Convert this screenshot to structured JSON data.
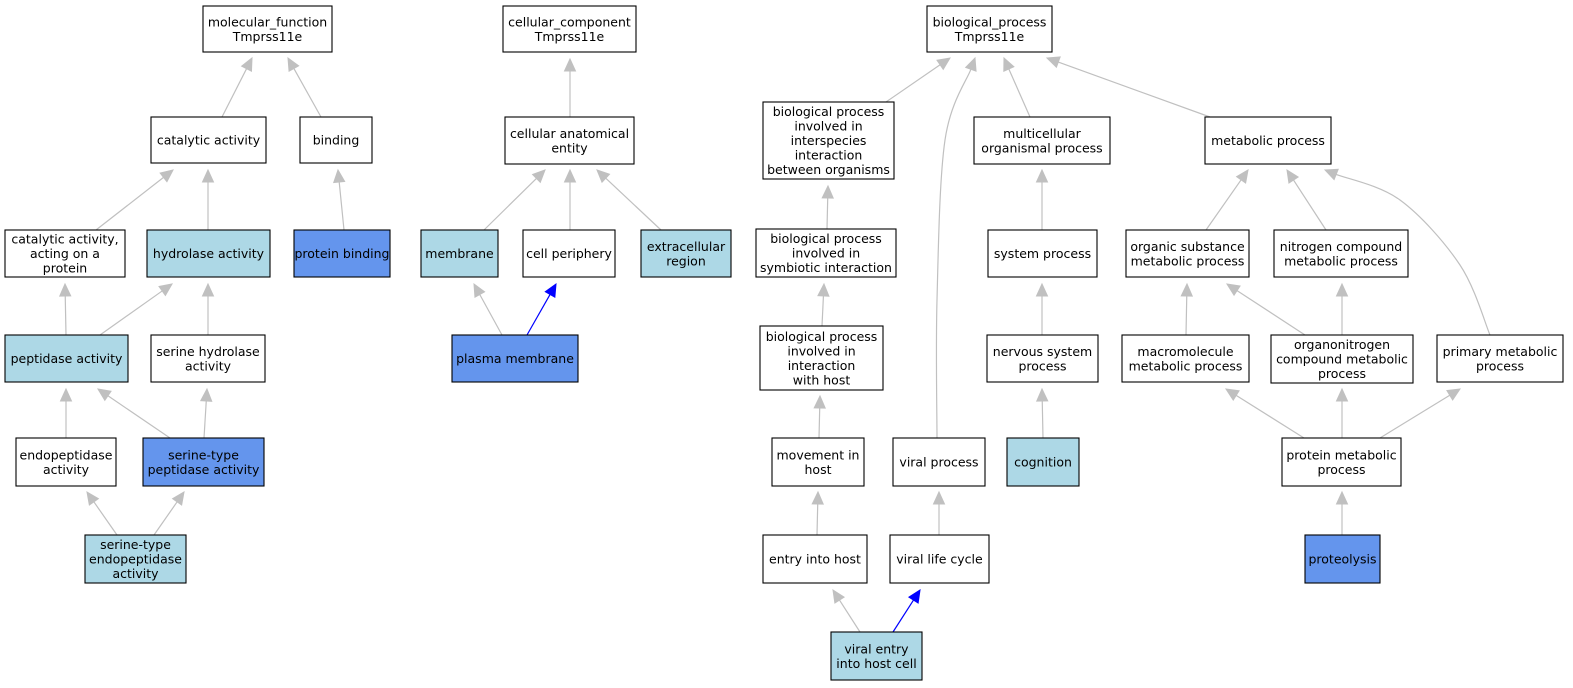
{
  "colors": {
    "plain": "#ffffff",
    "light": "#add8e6",
    "dark": "#6495ed",
    "edge_default": "#c0c0c0",
    "edge_highlight": "#0000ff"
  },
  "nodes": [
    {
      "id": "mf_root",
      "lines": [
        "molecular_function",
        "Tmprss11e"
      ],
      "fill": "plain"
    },
    {
      "id": "catalytic",
      "lines": [
        "catalytic activity"
      ],
      "fill": "plain"
    },
    {
      "id": "binding",
      "lines": [
        "binding"
      ],
      "fill": "plain"
    },
    {
      "id": "catalytic_protein",
      "lines": [
        "catalytic activity,",
        "acting on a",
        "protein"
      ],
      "fill": "plain"
    },
    {
      "id": "hydrolase",
      "lines": [
        "hydrolase activity"
      ],
      "fill": "light"
    },
    {
      "id": "protein_binding",
      "lines": [
        "protein binding"
      ],
      "fill": "dark"
    },
    {
      "id": "peptidase",
      "lines": [
        "peptidase activity"
      ],
      "fill": "light"
    },
    {
      "id": "serine_hydrolase",
      "lines": [
        "serine hydrolase",
        "activity"
      ],
      "fill": "plain"
    },
    {
      "id": "endopeptidase",
      "lines": [
        "endopeptidase",
        "activity"
      ],
      "fill": "plain"
    },
    {
      "id": "serine_peptidase",
      "lines": [
        "serine-type",
        "peptidase activity"
      ],
      "fill": "dark"
    },
    {
      "id": "serine_endopeptidase",
      "lines": [
        "serine-type",
        "endopeptidase",
        "activity"
      ],
      "fill": "light"
    },
    {
      "id": "cc_root",
      "lines": [
        "cellular_component",
        "Tmprss11e"
      ],
      "fill": "plain"
    },
    {
      "id": "cae",
      "lines": [
        "cellular anatomical",
        "entity"
      ],
      "fill": "plain"
    },
    {
      "id": "membrane",
      "lines": [
        "membrane"
      ],
      "fill": "light"
    },
    {
      "id": "cell_periphery",
      "lines": [
        "cell periphery"
      ],
      "fill": "plain"
    },
    {
      "id": "extracellular",
      "lines": [
        "extracellular",
        "region"
      ],
      "fill": "light"
    },
    {
      "id": "plasma_membrane",
      "lines": [
        "plasma membrane"
      ],
      "fill": "dark"
    },
    {
      "id": "bp_root",
      "lines": [
        "biological_process",
        "Tmprss11e"
      ],
      "fill": "plain"
    },
    {
      "id": "bp_interspecies",
      "lines": [
        "biological process",
        "involved in",
        "interspecies",
        "interaction",
        "between organisms"
      ],
      "fill": "plain"
    },
    {
      "id": "multicellular",
      "lines": [
        "multicellular",
        "organismal process"
      ],
      "fill": "plain"
    },
    {
      "id": "metabolic",
      "lines": [
        "metabolic process"
      ],
      "fill": "plain"
    },
    {
      "id": "bp_symbiotic",
      "lines": [
        "biological process",
        "involved in",
        "symbiotic interaction"
      ],
      "fill": "plain"
    },
    {
      "id": "system_process",
      "lines": [
        "system process"
      ],
      "fill": "plain"
    },
    {
      "id": "organic_substance",
      "lines": [
        "organic substance",
        "metabolic process"
      ],
      "fill": "plain"
    },
    {
      "id": "nitrogen_compound",
      "lines": [
        "nitrogen compound",
        "metabolic process"
      ],
      "fill": "plain"
    },
    {
      "id": "bp_host",
      "lines": [
        "biological process",
        "involved in",
        "interaction",
        "with host"
      ],
      "fill": "plain"
    },
    {
      "id": "nervous_system",
      "lines": [
        "nervous system",
        "process"
      ],
      "fill": "plain"
    },
    {
      "id": "macromolecule",
      "lines": [
        "macromolecule",
        "metabolic process"
      ],
      "fill": "plain"
    },
    {
      "id": "organonitrogen",
      "lines": [
        "organonitrogen",
        "compound metabolic",
        "process"
      ],
      "fill": "plain"
    },
    {
      "id": "primary_metabolic",
      "lines": [
        "primary metabolic",
        "process"
      ],
      "fill": "plain"
    },
    {
      "id": "movement_host",
      "lines": [
        "movement in",
        "host"
      ],
      "fill": "plain"
    },
    {
      "id": "viral_process",
      "lines": [
        "viral process"
      ],
      "fill": "plain"
    },
    {
      "id": "cognition",
      "lines": [
        "cognition"
      ],
      "fill": "light"
    },
    {
      "id": "protein_metabolic",
      "lines": [
        "protein metabolic",
        "process"
      ],
      "fill": "plain"
    },
    {
      "id": "entry_host",
      "lines": [
        "entry into host"
      ],
      "fill": "plain"
    },
    {
      "id": "viral_life_cycle",
      "lines": [
        "viral life cycle"
      ],
      "fill": "plain"
    },
    {
      "id": "proteolysis",
      "lines": [
        "proteolysis"
      ],
      "fill": "dark"
    },
    {
      "id": "viral_entry",
      "lines": [
        "viral entry",
        "into host cell"
      ],
      "fill": "light"
    }
  ],
  "edges": [
    {
      "from": "catalytic",
      "to": "mf_root"
    },
    {
      "from": "binding",
      "to": "mf_root"
    },
    {
      "from": "catalytic_protein",
      "to": "catalytic"
    },
    {
      "from": "hydrolase",
      "to": "catalytic"
    },
    {
      "from": "protein_binding",
      "to": "binding"
    },
    {
      "from": "peptidase",
      "to": "catalytic_protein"
    },
    {
      "from": "peptidase",
      "to": "hydrolase"
    },
    {
      "from": "serine_hydrolase",
      "to": "hydrolase"
    },
    {
      "from": "endopeptidase",
      "to": "peptidase"
    },
    {
      "from": "serine_peptidase",
      "to": "peptidase"
    },
    {
      "from": "serine_peptidase",
      "to": "serine_hydrolase"
    },
    {
      "from": "serine_endopeptidase",
      "to": "endopeptidase"
    },
    {
      "from": "serine_endopeptidase",
      "to": "serine_peptidase"
    },
    {
      "from": "cae",
      "to": "cc_root"
    },
    {
      "from": "membrane",
      "to": "cae"
    },
    {
      "from": "cell_periphery",
      "to": "cae"
    },
    {
      "from": "extracellular",
      "to": "cae"
    },
    {
      "from": "plasma_membrane",
      "to": "membrane"
    },
    {
      "from": "plasma_membrane",
      "to": "cell_periphery",
      "highlight": true
    },
    {
      "from": "bp_interspecies",
      "to": "bp_root"
    },
    {
      "from": "viral_process",
      "to": "bp_root",
      "curve": true
    },
    {
      "from": "multicellular",
      "to": "bp_root"
    },
    {
      "from": "metabolic",
      "to": "bp_root"
    },
    {
      "from": "bp_symbiotic",
      "to": "bp_interspecies"
    },
    {
      "from": "bp_host",
      "to": "bp_symbiotic"
    },
    {
      "from": "movement_host",
      "to": "bp_host"
    },
    {
      "from": "entry_host",
      "to": "movement_host"
    },
    {
      "from": "viral_entry",
      "to": "entry_host"
    },
    {
      "from": "viral_entry",
      "to": "viral_life_cycle",
      "highlight": true
    },
    {
      "from": "viral_life_cycle",
      "to": "viral_process"
    },
    {
      "from": "system_process",
      "to": "multicellular"
    },
    {
      "from": "nervous_system",
      "to": "system_process"
    },
    {
      "from": "cognition",
      "to": "nervous_system"
    },
    {
      "from": "organic_substance",
      "to": "metabolic"
    },
    {
      "from": "nitrogen_compound",
      "to": "metabolic"
    },
    {
      "from": "primary_metabolic",
      "to": "metabolic",
      "curve": true
    },
    {
      "from": "macromolecule",
      "to": "organic_substance"
    },
    {
      "from": "organonitrogen",
      "to": "organic_substance"
    },
    {
      "from": "organonitrogen",
      "to": "nitrogen_compound"
    },
    {
      "from": "protein_metabolic",
      "to": "macromolecule"
    },
    {
      "from": "protein_metabolic",
      "to": "organonitrogen"
    },
    {
      "from": "protein_metabolic",
      "to": "primary_metabolic"
    },
    {
      "from": "proteolysis",
      "to": "protein_metabolic"
    }
  ]
}
